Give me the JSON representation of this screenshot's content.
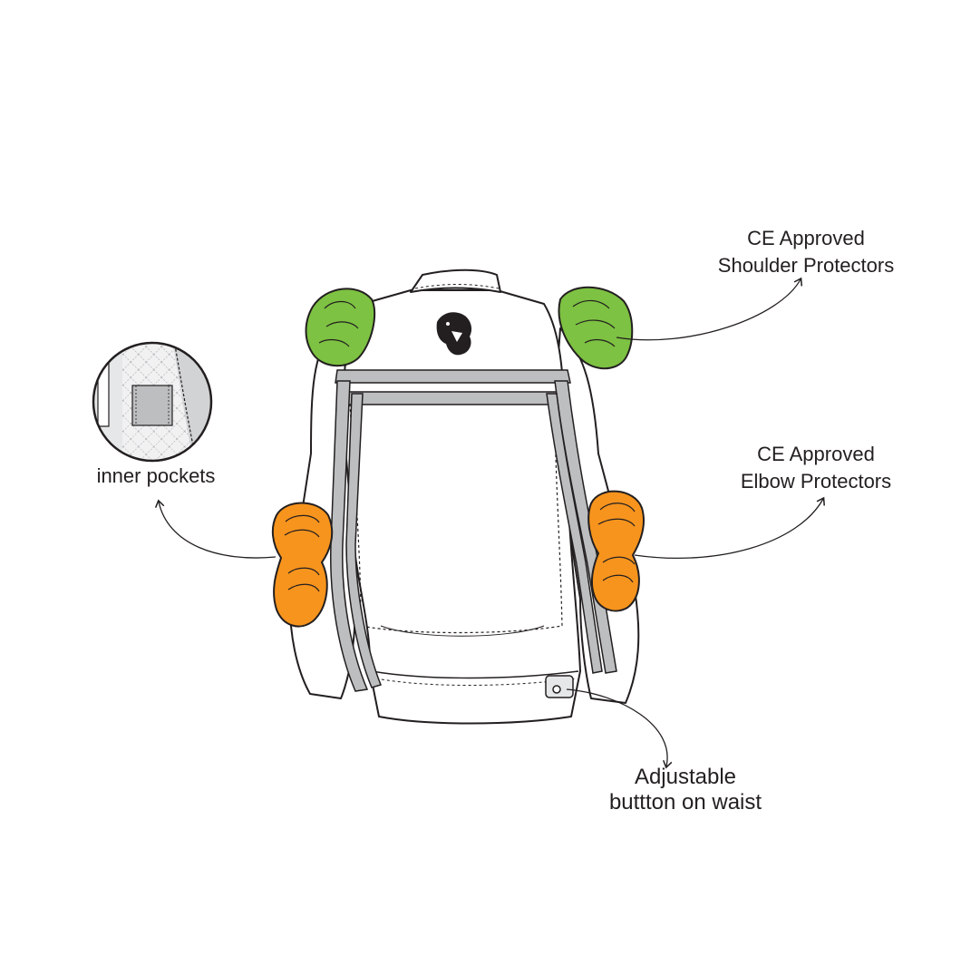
{
  "diagram": {
    "callouts": {
      "shoulder": {
        "line1": "CE Approved",
        "line2": "Shoulder Protectors"
      },
      "pockets": {
        "line1": "inner pockets"
      },
      "elbow": {
        "line1": "CE Approved",
        "line2": "Elbow Protectors"
      },
      "waist": {
        "line1": "Adjustable",
        "line2": "buttton on waist"
      }
    },
    "colors": {
      "shoulder_protector": "#7dc242",
      "elbow_protector": "#f7941d",
      "stripe": "#bcbec0",
      "outline": "#231f20",
      "background": "#ffffff"
    },
    "icons": [
      "bear-logo-icon",
      "inner-pocket-detail-icon"
    ]
  }
}
